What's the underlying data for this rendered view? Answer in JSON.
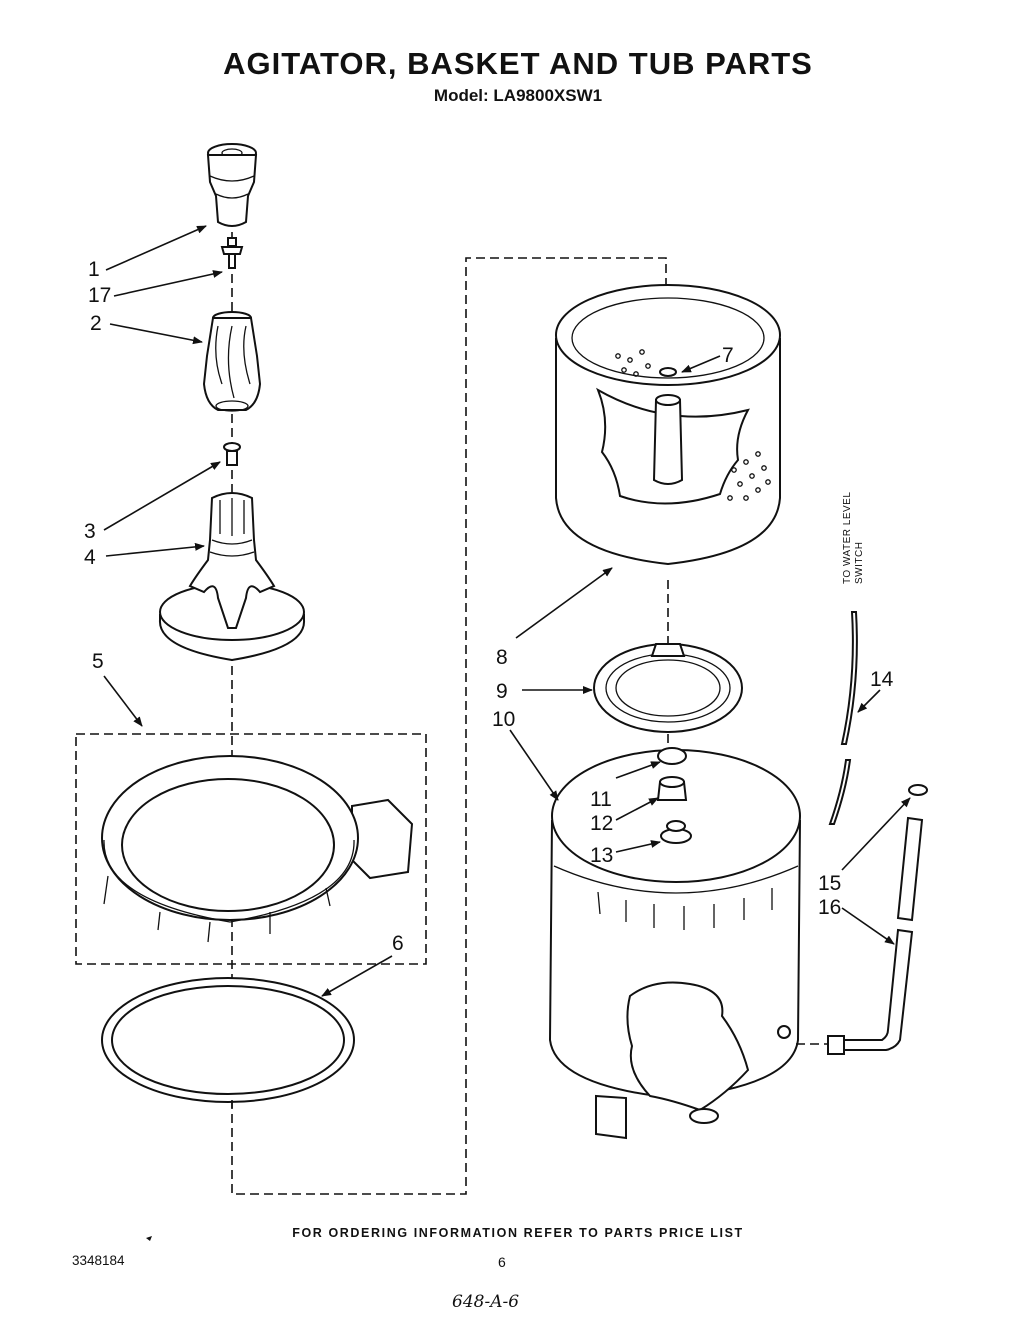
{
  "title": "AGITATOR, BASKET AND TUB PARTS",
  "model": "Model: LA9800XSW1",
  "callouts": [
    "1",
    "17",
    "2",
    "3",
    "4",
    "5",
    "6",
    "7",
    "8",
    "9",
    "10",
    "11",
    "12",
    "13",
    "14",
    "15",
    "16"
  ],
  "water_level_label": [
    "TO WATER LEVEL",
    "SWITCH"
  ],
  "footer": "FOR ORDERING INFORMATION REFER TO PARTS PRICE LIST",
  "doc_number": "3348184",
  "page_number": "6",
  "handwritten_note": "648-A-6"
}
